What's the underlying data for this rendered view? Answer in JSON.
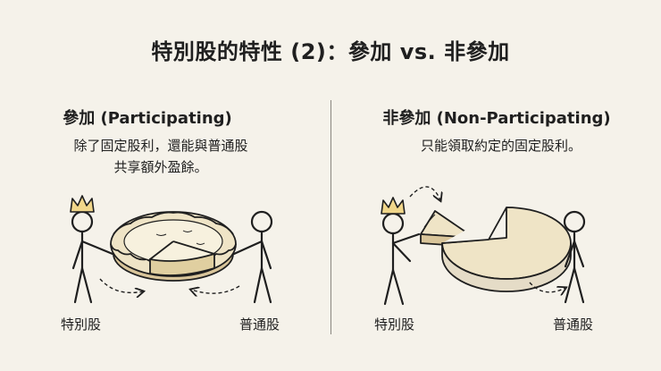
{
  "title": "特別股的特性 (2)：參加 vs. 非參加",
  "left": {
    "heading": "參加 (Participating)",
    "desc_line1": "除了固定股利，還能與普通股",
    "desc_line2": "共享額外盈餘。",
    "label_preferred": "特別股",
    "label_common": "普通股"
  },
  "right": {
    "heading": "非參加 (Non-Participating)",
    "desc_line1": "只能領取約定的固定股利。",
    "label_preferred": "特別股",
    "label_common": "普通股"
  },
  "colors": {
    "background": "#f5f2ea",
    "crust": "#e2d2a8",
    "ink": "#1f1f1f"
  },
  "icons": [
    "crown-icon",
    "pie-icon",
    "stick-figure-icon",
    "dashed-arrow-icon"
  ]
}
